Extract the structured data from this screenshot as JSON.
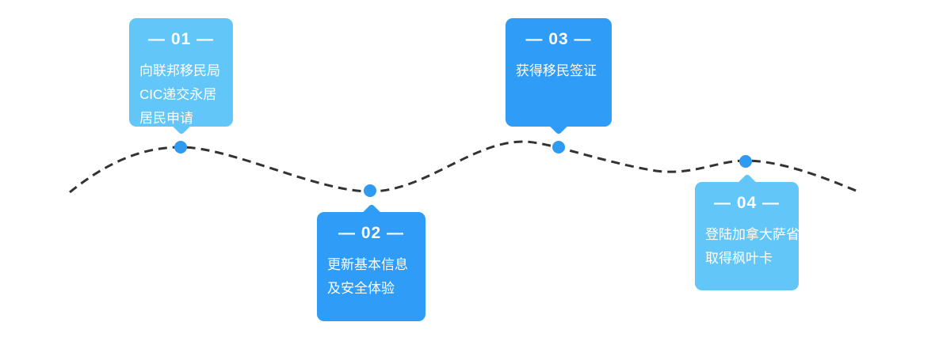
{
  "colors": {
    "background": "#ffffff",
    "light_card": "#62c6f9",
    "dark_card": "#2f9cf7",
    "dot": "#2e9af0",
    "line": "#333333",
    "text": "#ffffff"
  },
  "timeline": {
    "steps": [
      {
        "number_label": "— 01 —",
        "lines": [
          "向联邦移民局",
          "CIC递交永居",
          "居民申请"
        ],
        "variant": "light",
        "card_position": "above-line"
      },
      {
        "number_label": "— 02 —",
        "lines": [
          "更新基本信息",
          "及安全体验"
        ],
        "variant": "dark",
        "card_position": "below-line"
      },
      {
        "number_label": "— 03 —",
        "lines": [
          "获得移民签证"
        ],
        "variant": "dark",
        "card_position": "above-line"
      },
      {
        "number_label": "— 04 —",
        "lines": [
          "登陆加拿大萨省",
          "取得枫叶卡"
        ],
        "variant": "light",
        "card_position": "below-line"
      }
    ]
  }
}
